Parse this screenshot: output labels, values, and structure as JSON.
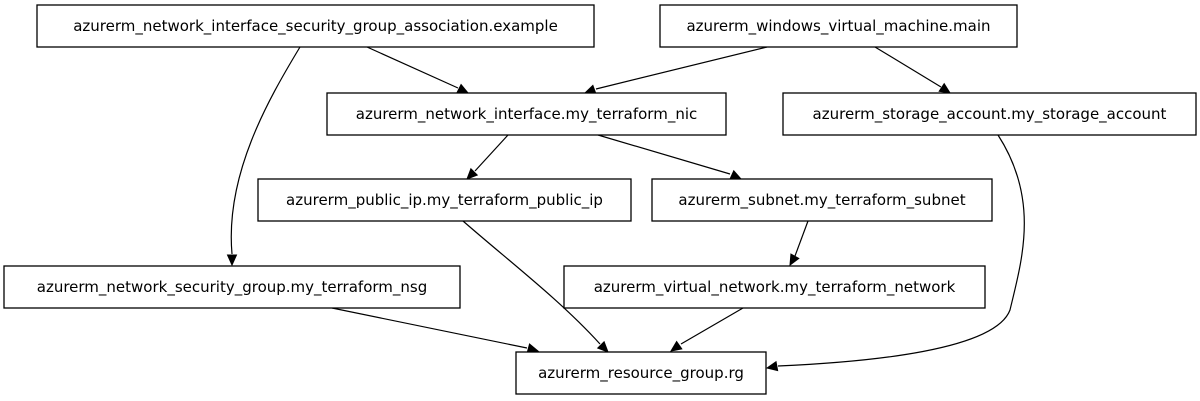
{
  "graph": {
    "nodes": [
      {
        "id": "nisga",
        "label": "azurerm_network_interface_security_group_association.example"
      },
      {
        "id": "vm",
        "label": "azurerm_windows_virtual_machine.main"
      },
      {
        "id": "nic",
        "label": "azurerm_network_interface.my_terraform_nic"
      },
      {
        "id": "storage",
        "label": "azurerm_storage_account.my_storage_account"
      },
      {
        "id": "pip",
        "label": "azurerm_public_ip.my_terraform_public_ip"
      },
      {
        "id": "subnet",
        "label": "azurerm_subnet.my_terraform_subnet"
      },
      {
        "id": "nsg",
        "label": "azurerm_network_security_group.my_terraform_nsg"
      },
      {
        "id": "vnet",
        "label": "azurerm_virtual_network.my_terraform_network"
      },
      {
        "id": "rg",
        "label": "azurerm_resource_group.rg"
      }
    ],
    "edges": [
      {
        "from": "nisga",
        "to": "nic"
      },
      {
        "from": "nisga",
        "to": "nsg"
      },
      {
        "from": "vm",
        "to": "nic"
      },
      {
        "from": "vm",
        "to": "storage"
      },
      {
        "from": "nic",
        "to": "pip"
      },
      {
        "from": "nic",
        "to": "subnet"
      },
      {
        "from": "storage",
        "to": "rg"
      },
      {
        "from": "pip",
        "to": "rg"
      },
      {
        "from": "subnet",
        "to": "vnet"
      },
      {
        "from": "nsg",
        "to": "rg"
      },
      {
        "from": "vnet",
        "to": "rg"
      }
    ]
  }
}
